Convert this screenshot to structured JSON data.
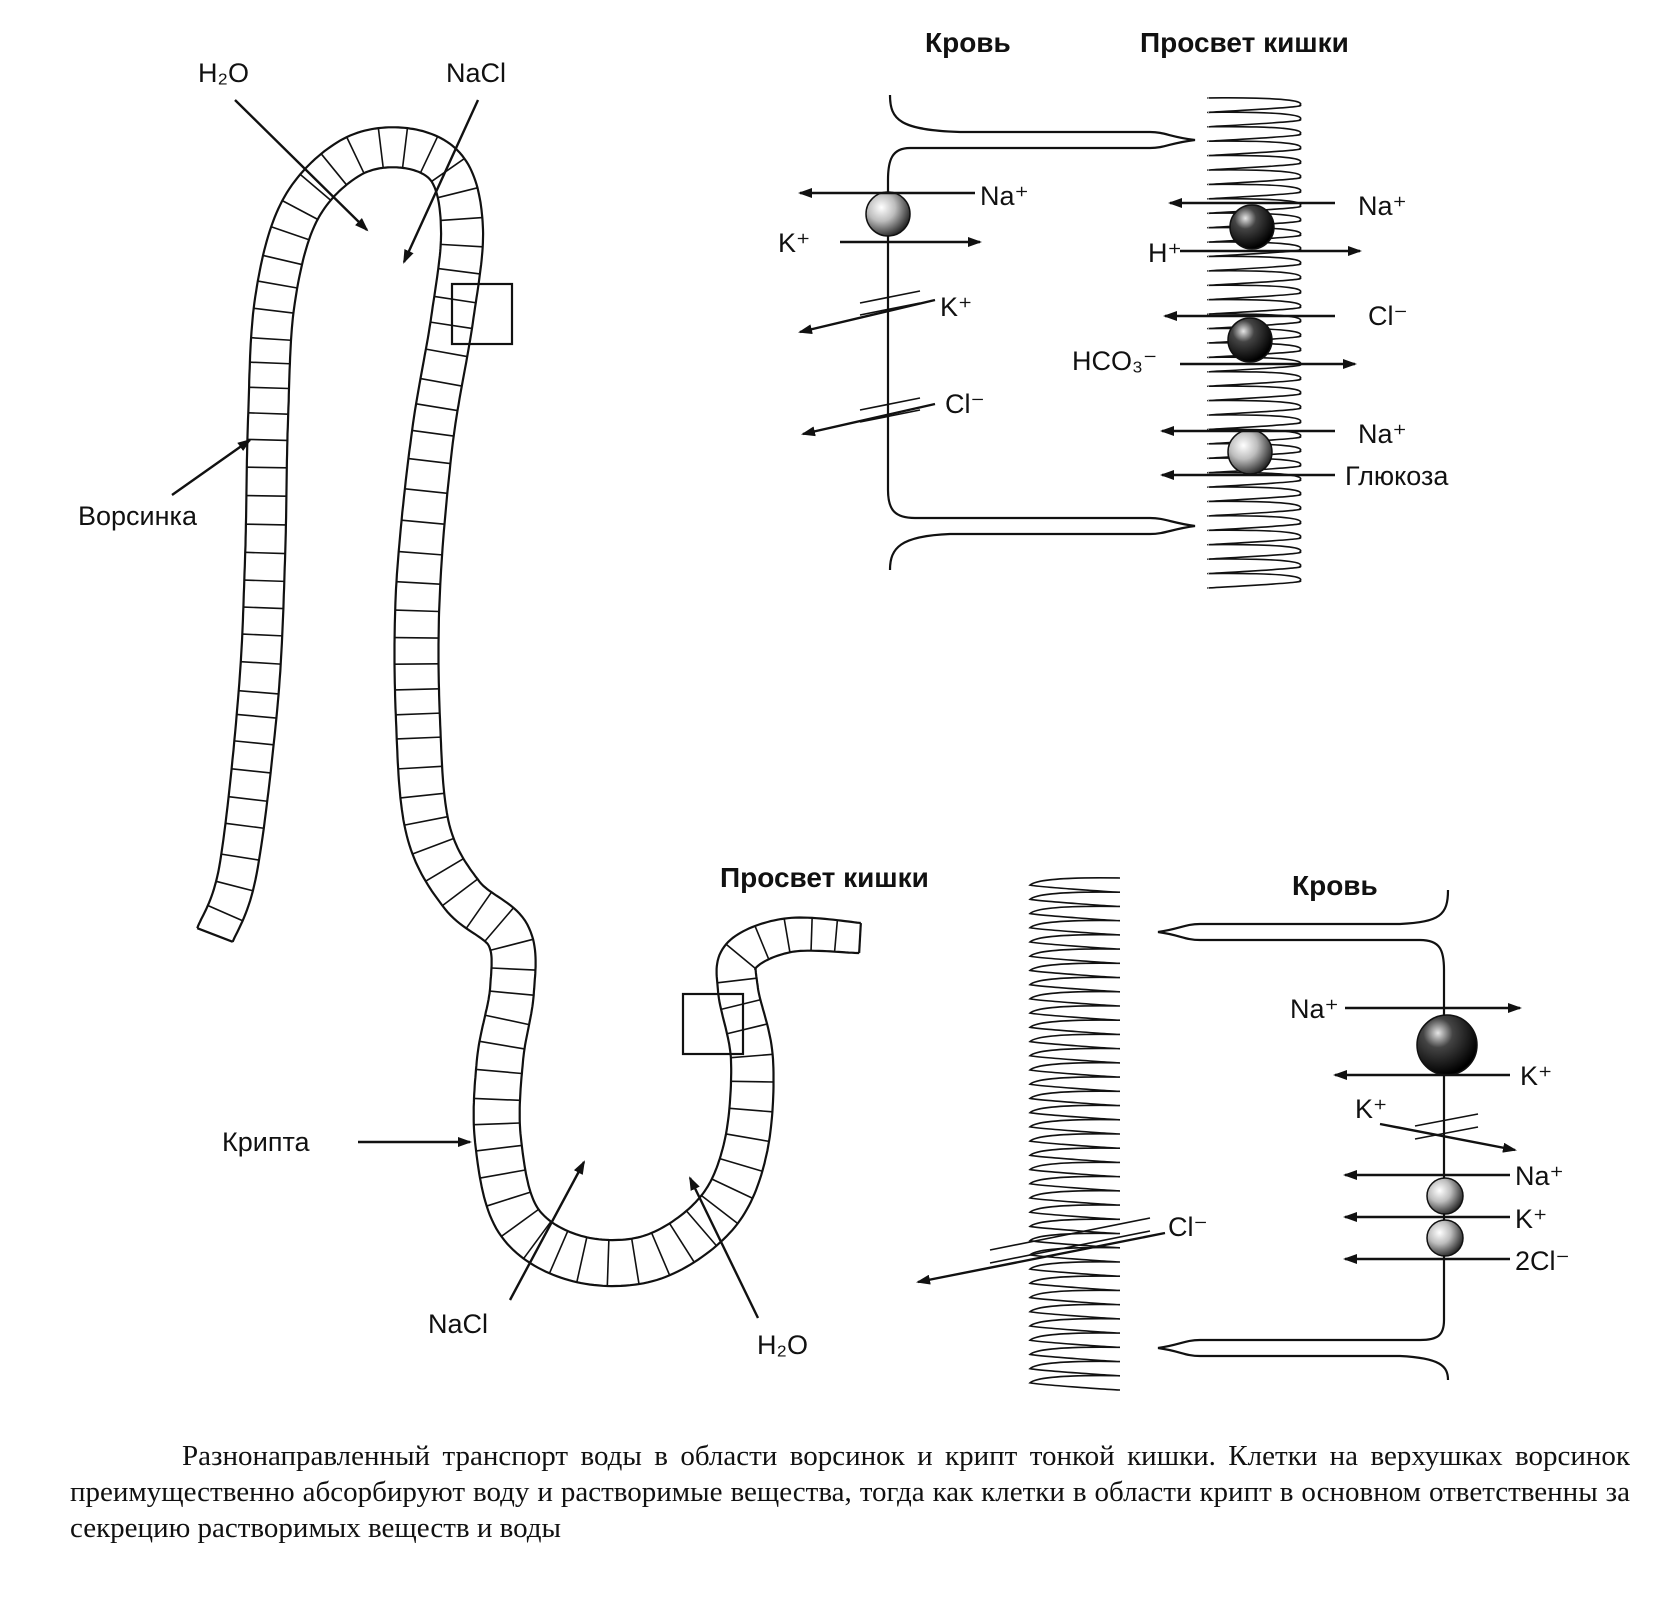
{
  "villus_label": "Ворсинка",
  "crypt_label": "Крипта",
  "villus_top_h2o": "H₂O",
  "villus_top_nacl": "NaCl",
  "crypt_nacl": "NaCl",
  "crypt_h2o": "H₂O",
  "absorption_panel": {
    "blood_header": "Кровь",
    "lumen_header": "Просвет кишки",
    "basolateral": [
      "Na⁺",
      "K⁺",
      "K⁺",
      "Cl⁻"
    ],
    "apical": [
      "Na⁺",
      "H⁺",
      "Cl⁻",
      "HCO₃⁻",
      "Na⁺",
      "Глюкоза"
    ]
  },
  "secretion_panel": {
    "lumen_header": "Просвет кишки",
    "blood_header": "Кровь",
    "apical": [
      "Cl⁻"
    ],
    "basolateral": [
      "Na⁺",
      "K⁺",
      "K⁺",
      "Na⁺",
      "K⁺",
      "2Cl⁻"
    ]
  },
  "caption": "Разнонаправленный транспорт воды в области ворсинок и крипт тонкой кишки. Клетки на верхушках ворсинок преимущественно абсорбируют воду и растворимые вещества, тогда как клетки в области крипт в основном ответственны за секрецию растворимых веществ и воды",
  "colors": {
    "ink": "#111111",
    "paper": "#ffffff"
  }
}
